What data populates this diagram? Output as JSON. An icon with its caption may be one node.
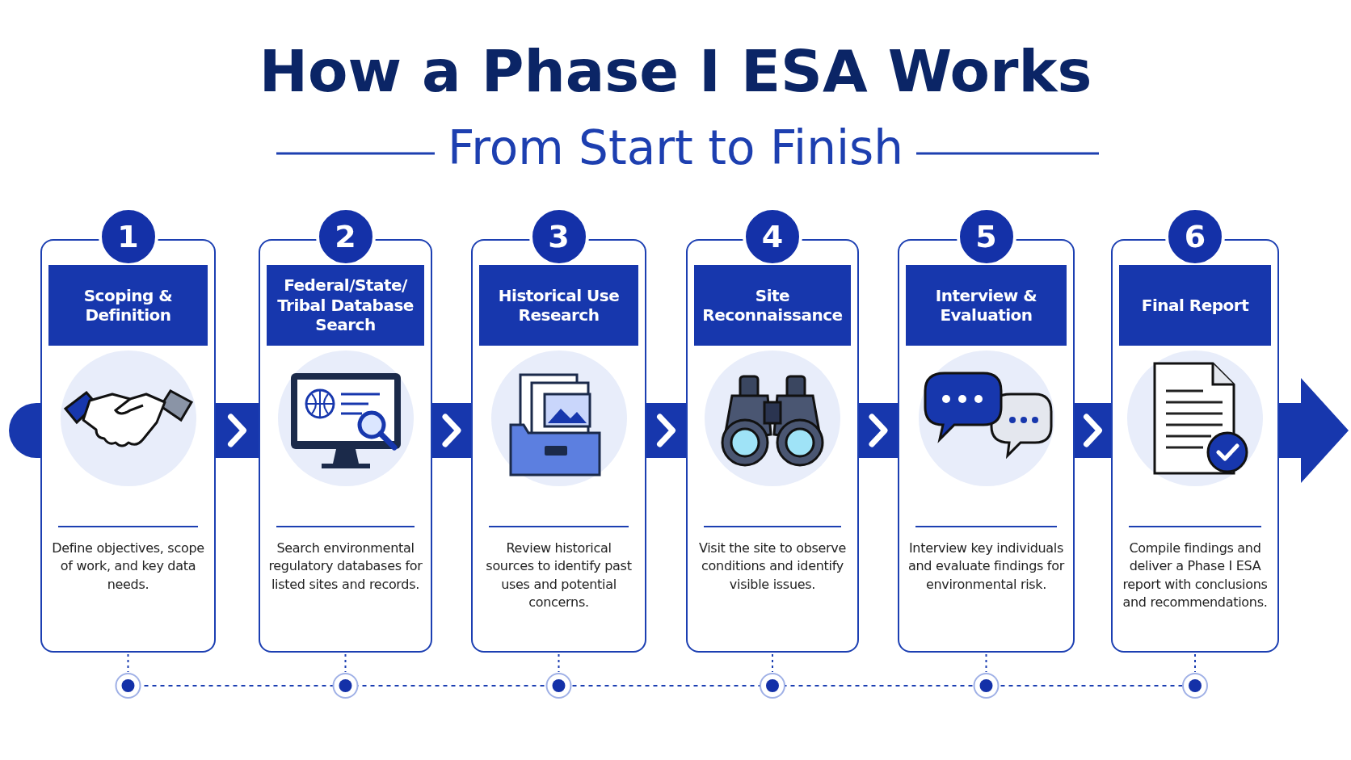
{
  "diagram": {
    "title": "How a Phase I ESA Works",
    "caption": "From Start to Finish",
    "nodes": [
      {
        "text": [
          "Scoping & Definition",
          "Define objectives, scope of work, and key data needs."
        ],
        "beside": [
          "1"
        ]
      },
      {
        "text": [
          "Federal/State/ Tribal Database Search",
          "Search environmental regulatory databases for listed sites and records."
        ],
        "beside": [
          "2"
        ]
      },
      {
        "text": [
          "Historical Use Research",
          "Review historical sources to identify past uses and potential concerns."
        ],
        "beside": [
          "3"
        ]
      },
      {
        "text": [
          "Site Reconnaissance",
          "Visit the site to observe conditions and identify visible issues."
        ],
        "beside": [
          "4"
        ]
      },
      {
        "text": [
          "Interview & Evaluation",
          "Interview key individuals and evaluate findings for environmental risk."
        ],
        "beside": [
          "5"
        ]
      },
      {
        "text": [
          "Final Report",
          "Compile findings and deliver a Phase I ESA report with conclusions and recommendations."
        ],
        "beside": [
          "6"
        ]
      }
    ],
    "edges": [
      {
        "from": 0,
        "to": 1,
        "arrow": "to"
      },
      {
        "from": 1,
        "to": 2,
        "arrow": "to"
      },
      {
        "from": 2,
        "to": 3,
        "arrow": "to"
      },
      {
        "from": 3,
        "to": 4,
        "arrow": "to"
      },
      {
        "from": 4,
        "to": 5,
        "arrow": "to"
      }
    ]
  }
}
